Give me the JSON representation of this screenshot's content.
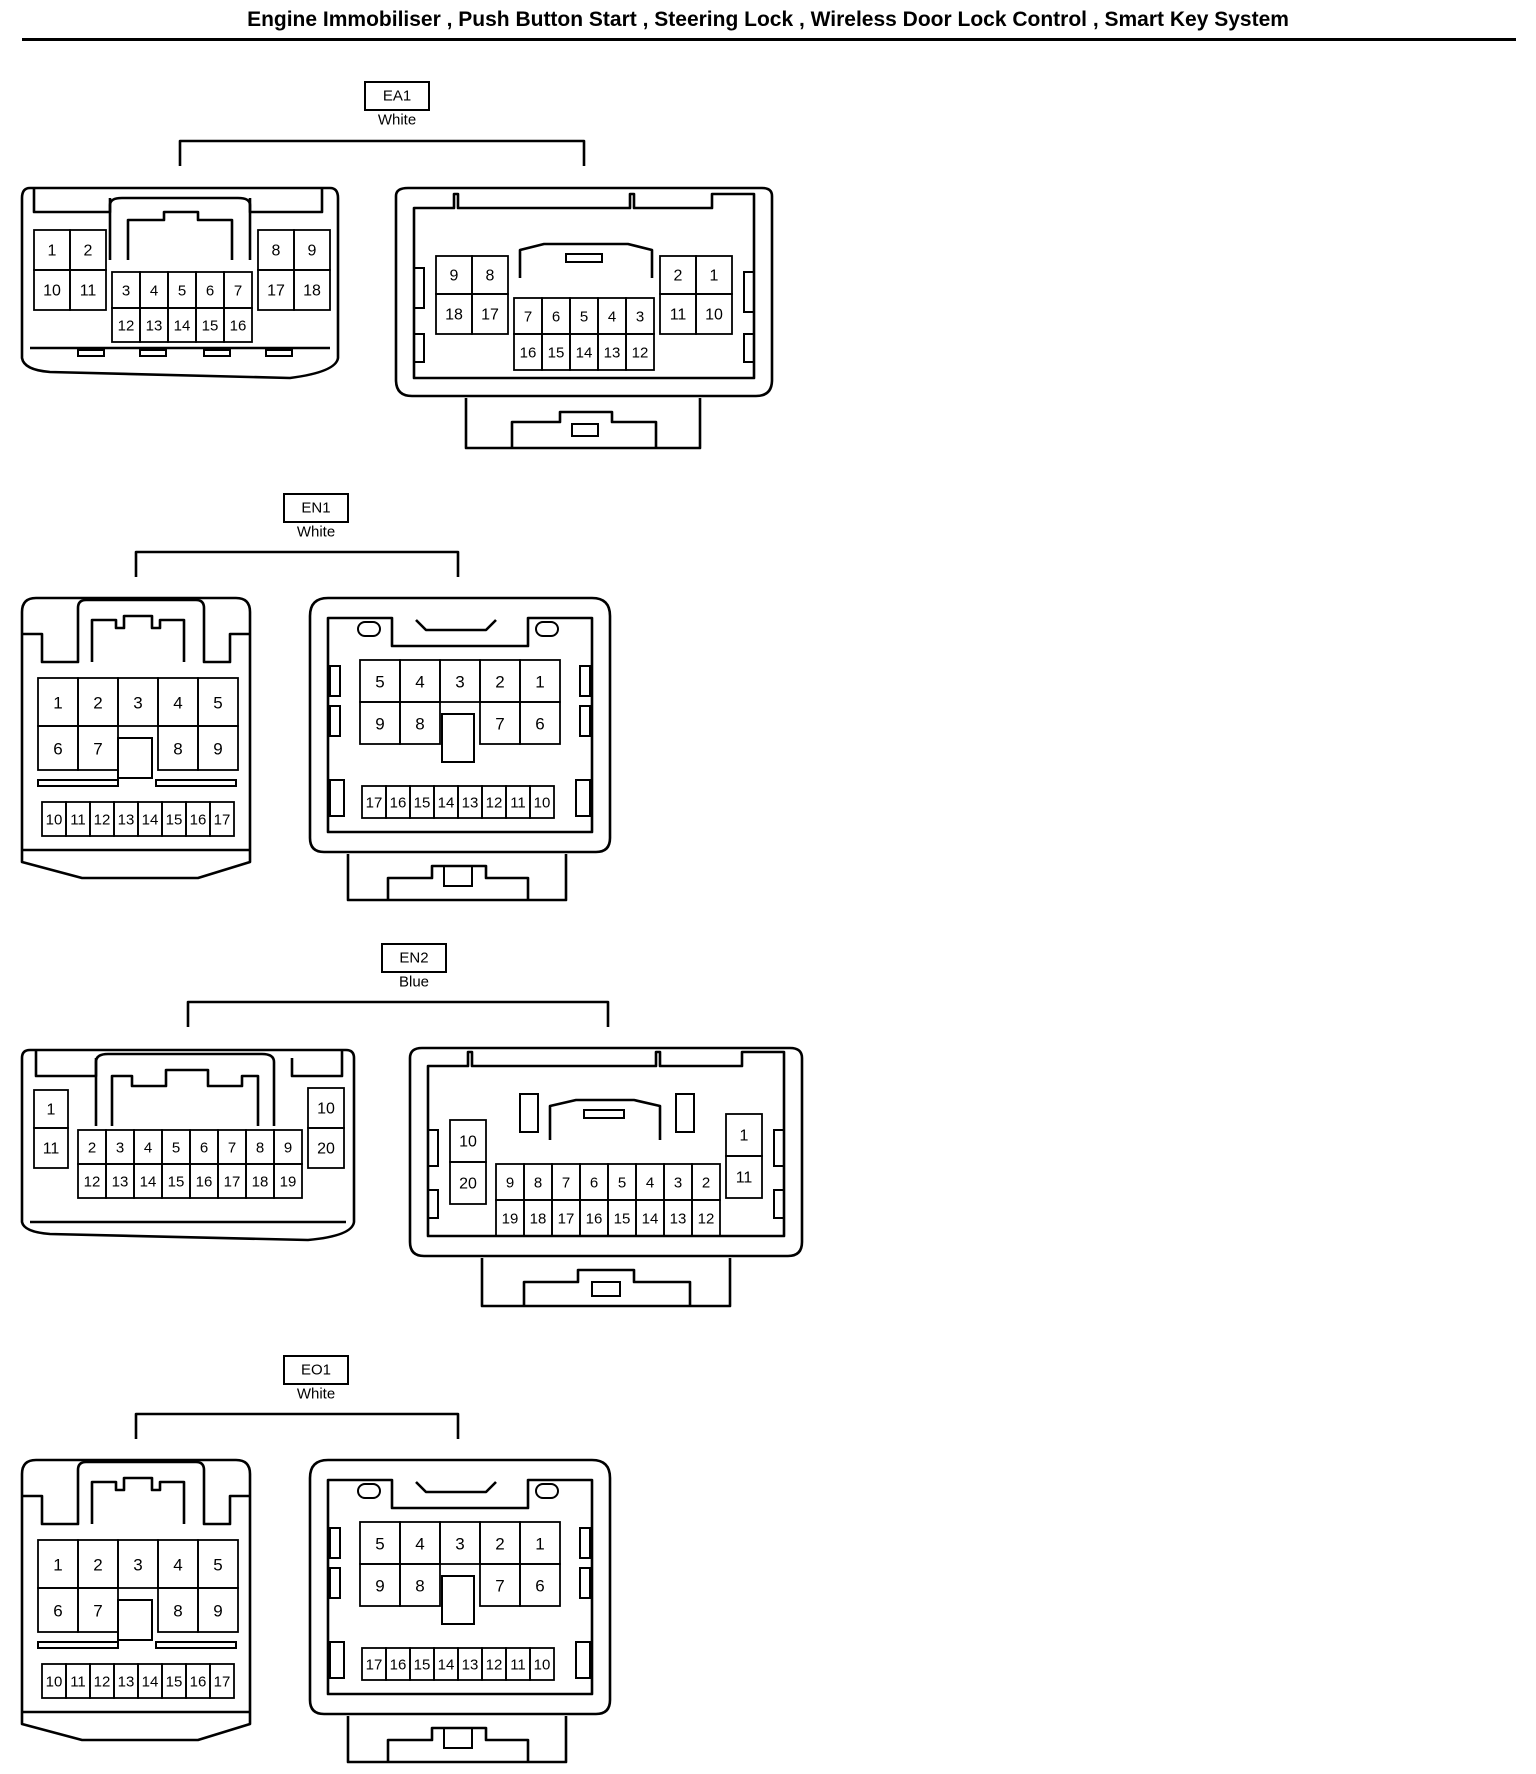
{
  "title": "Engine Immobiliser , Push Button Start , Steering Lock , Wireless Door Lock Control , Smart Key System",
  "connectors": [
    {
      "id": "EA1",
      "color": "White",
      "left": {
        "cells": [
          [
            "1",
            "2"
          ],
          [
            "10",
            "11"
          ],
          [
            "3",
            "4",
            "5",
            "6",
            "7"
          ],
          [
            "12",
            "13",
            "14",
            "15",
            "16"
          ],
          [
            "8",
            "9"
          ],
          [
            "17",
            "18"
          ]
        ]
      },
      "right": {
        "cells": [
          [
            "9",
            "8"
          ],
          [
            "18",
            "17"
          ],
          [
            "7",
            "6",
            "5",
            "4",
            "3"
          ],
          [
            "16",
            "15",
            "14",
            "13",
            "12"
          ],
          [
            "2",
            "1"
          ],
          [
            "11",
            "10"
          ]
        ]
      }
    },
    {
      "id": "EN1",
      "color": "White",
      "left": {
        "cells": [
          [
            "1",
            "2",
            "3",
            "4",
            "5"
          ],
          [
            "6",
            "7",
            "8",
            "9"
          ],
          [
            "10",
            "11",
            "12",
            "13",
            "14",
            "15",
            "16",
            "17"
          ]
        ]
      },
      "right": {
        "cells": [
          [
            "5",
            "4",
            "3",
            "2",
            "1"
          ],
          [
            "9",
            "8",
            "7",
            "6"
          ],
          [
            "17",
            "16",
            "15",
            "14",
            "13",
            "12",
            "11",
            "10"
          ]
        ]
      }
    },
    {
      "id": "EN2",
      "color": "Blue",
      "left": {
        "cells": [
          [
            "1"
          ],
          [
            "11"
          ],
          [
            "2",
            "3",
            "4",
            "5",
            "6",
            "7",
            "8",
            "9"
          ],
          [
            "12",
            "13",
            "14",
            "15",
            "16",
            "17",
            "18",
            "19"
          ],
          [
            "10"
          ],
          [
            "20"
          ]
        ]
      },
      "right": {
        "cells": [
          [
            "10"
          ],
          [
            "20"
          ],
          [
            "9",
            "8",
            "7",
            "6",
            "5",
            "4",
            "3",
            "2"
          ],
          [
            "19",
            "18",
            "17",
            "16",
            "15",
            "14",
            "13",
            "12"
          ],
          [
            "1"
          ],
          [
            "11"
          ]
        ]
      }
    },
    {
      "id": "EO1",
      "color": "White",
      "left": {
        "cells": [
          [
            "1",
            "2",
            "3",
            "4",
            "5"
          ],
          [
            "6",
            "7",
            "8",
            "9"
          ],
          [
            "10",
            "11",
            "12",
            "13",
            "14",
            "15",
            "16",
            "17"
          ]
        ]
      },
      "right": {
        "cells": [
          [
            "5",
            "4",
            "3",
            "2",
            "1"
          ],
          [
            "9",
            "8",
            "7",
            "6"
          ],
          [
            "17",
            "16",
            "15",
            "14",
            "13",
            "12",
            "11",
            "10"
          ]
        ]
      }
    }
  ]
}
